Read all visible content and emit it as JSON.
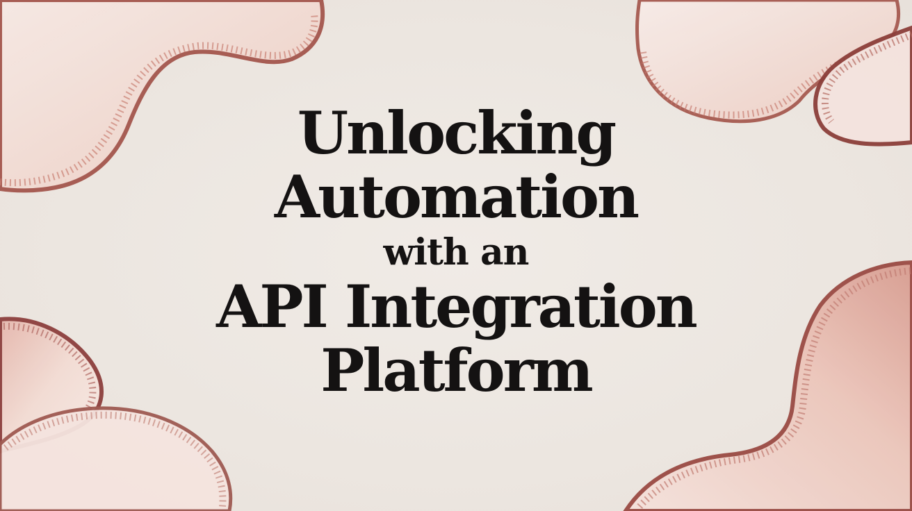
{
  "title": {
    "line1": "Unlocking",
    "line2": "Automation",
    "line3": "with an",
    "line4": "API Integration",
    "line5": "Platform"
  },
  "colors": {
    "background": "#ede7e2",
    "text": "#141212",
    "petal_fill": "#f1d6cd",
    "petal_edge": "#9a4b44"
  }
}
